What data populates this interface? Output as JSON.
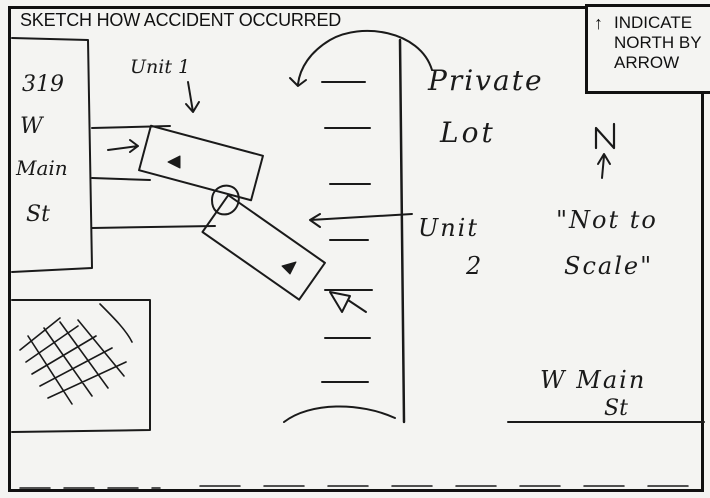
{
  "form": {
    "title": "SKETCH HOW ACCIDENT OCCURRED",
    "north_box_lines": [
      "INDICATE",
      "NORTH BY",
      "ARROW"
    ]
  },
  "sketch": {
    "address_lines": [
      "319",
      "W",
      "Main",
      "St"
    ],
    "unit1_label": "Unit 1",
    "unit2_label_lines": [
      "Unit",
      "2"
    ],
    "private_lot_lines": [
      "Private",
      "Lot"
    ],
    "north_letter": "N",
    "scale_note_lines": [
      "\"Not to",
      "Scale\""
    ],
    "street_label_lines": [
      "W Main",
      "St"
    ]
  }
}
